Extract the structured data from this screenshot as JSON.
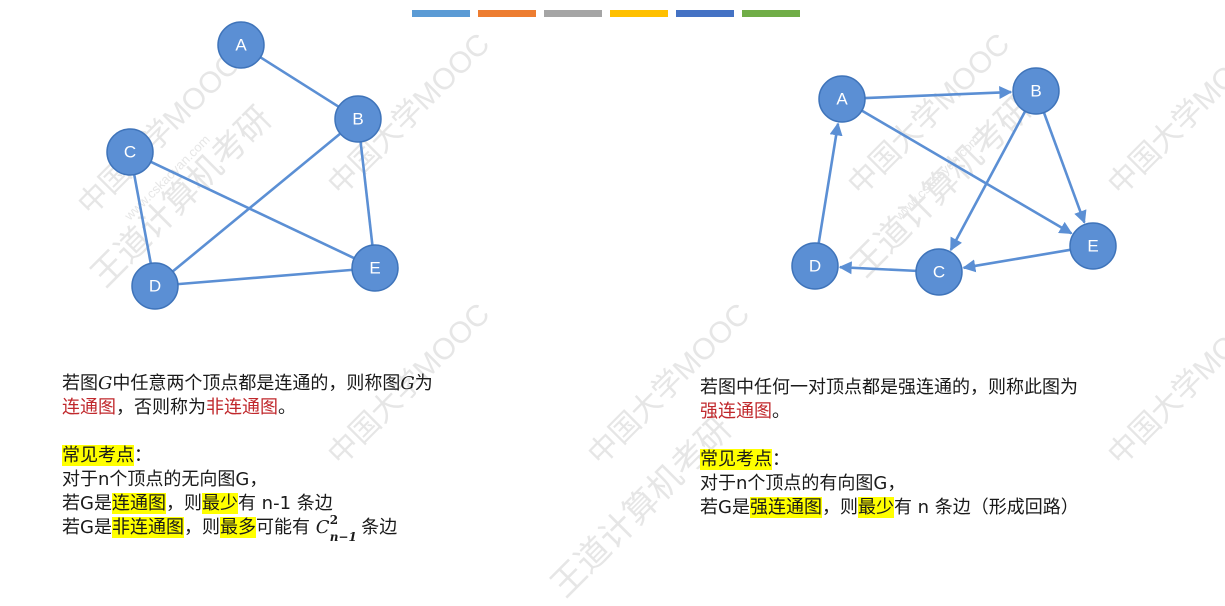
{
  "topbar_colors": [
    "#5b9bd5",
    "#ed7d31",
    "#a5a5a5",
    "#ffc000",
    "#4472c4",
    "#70ad47"
  ],
  "watermark": {
    "text": "中国大学MOOC",
    "brand": "王道计算机考研",
    "url": "www.cskaoyan.com"
  },
  "graph1": {
    "nodes": [
      "A",
      "B",
      "C",
      "D",
      "E"
    ],
    "edges": [
      [
        "A",
        "B"
      ],
      [
        "B",
        "E"
      ],
      [
        "B",
        "D"
      ],
      [
        "C",
        "D"
      ],
      [
        "C",
        "E"
      ],
      [
        "D",
        "E"
      ]
    ]
  },
  "graph2": {
    "nodes": [
      "A",
      "B",
      "C",
      "D",
      "E"
    ],
    "edges": [
      [
        "A",
        "B"
      ],
      [
        "A",
        "E"
      ],
      [
        "B",
        "C"
      ],
      [
        "B",
        "E"
      ],
      [
        "E",
        "C"
      ],
      [
        "C",
        "D"
      ],
      [
        "D",
        "A"
      ]
    ]
  },
  "left_text": {
    "def1": "若图",
    "def_g": "G",
    "def2": "中任意两个顶点都是连通的，则称图",
    "def_g2": "G",
    "def3": "为",
    "term1": "连通图",
    "mid": "，否则称为",
    "term2": "非连通图",
    "end": "。",
    "exam_title": "常见考点",
    "colon": "：",
    "line1": "对于n个顶点的无向图G，",
    "l2a": "若G是",
    "l2b": "连通图",
    "l2c": "，则",
    "l2d": "最少",
    "l2e": "有 n-1 条边",
    "l3a": "若G是",
    "l3b": "非连通图",
    "l3c": "，则",
    "l3d": "最多",
    "l3e": "可能有",
    "l3m_base": "C",
    "l3m_sup": "2",
    "l3m_sub": "n−1",
    "l3f": "条边"
  },
  "right_text": {
    "def1": "若图中任何一对顶点都是强连通的，则称此图为",
    "term": "强连通图",
    "end": "。",
    "exam_title": "常见考点",
    "colon": "：",
    "line1": "对于n个顶点的有向图G，",
    "l2a": "若G是",
    "l2b": "强连通图",
    "l2c": "，则",
    "l2d": "最少",
    "l2e": "有 n 条边（形成回路）"
  }
}
